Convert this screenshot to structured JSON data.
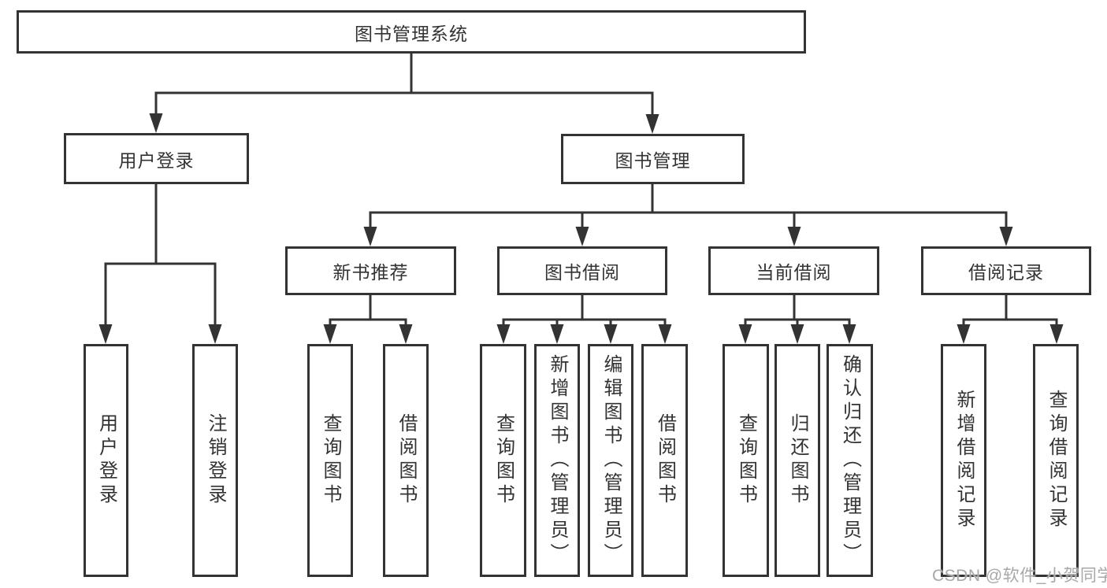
{
  "page": {
    "background": "#ffffff",
    "line_color": "#333333",
    "text_color": "#333333",
    "node_border_color": "#333333",
    "node_fill": "#ffffff"
  },
  "watermark": {
    "text": "CSDN @软件_小贺同学",
    "color": "#a8a8a8"
  },
  "nodes": {
    "root": {
      "label": "图书管理系统"
    },
    "user_login": {
      "label": "用户登录"
    },
    "book_mgmt": {
      "label": "图书管理"
    },
    "new_book_rec": {
      "label": "新书推荐"
    },
    "book_borrow": {
      "label": "图书借阅"
    },
    "current_borrow": {
      "label": "当前借阅"
    },
    "borrow_records": {
      "label": "借阅记录"
    },
    "leaf_user_login": {
      "label": "用户登录"
    },
    "leaf_logout": {
      "label": "注销登录"
    },
    "leaf_query_books_rec": {
      "label": "查询图书"
    },
    "leaf_borrow_books_rec": {
      "label": "借阅图书"
    },
    "leaf_query_books_borrow": {
      "label": "查询图书"
    },
    "leaf_add_books_admin": {
      "label": "新增图书（管理员）"
    },
    "leaf_edit_books_admin": {
      "label": "编辑图书（管理员）"
    },
    "leaf_borrow_books_borrow": {
      "label": "借阅图书"
    },
    "leaf_query_books_current": {
      "label": "查询图书"
    },
    "leaf_return_books": {
      "label": "归还图书"
    },
    "leaf_confirm_return_admin": {
      "label": "确认归还（管理员）"
    },
    "leaf_add_borrow_record": {
      "label": "新增借阅记录"
    },
    "leaf_query_borrow_record": {
      "label": "查询借阅记录"
    }
  },
  "hierarchy": {
    "图书管理系统": {
      "用户登录": [
        "用户登录",
        "注销登录"
      ],
      "图书管理": {
        "新书推荐": [
          "查询图书",
          "借阅图书"
        ],
        "图书借阅": [
          "查询图书",
          "新增图书（管理员）",
          "编辑图书（管理员）",
          "借阅图书"
        ],
        "当前借阅": [
          "查询图书",
          "归还图书",
          "确认归还（管理员）"
        ],
        "借阅记录": [
          "新增借阅记录",
          "查询借阅记录"
        ]
      }
    }
  }
}
